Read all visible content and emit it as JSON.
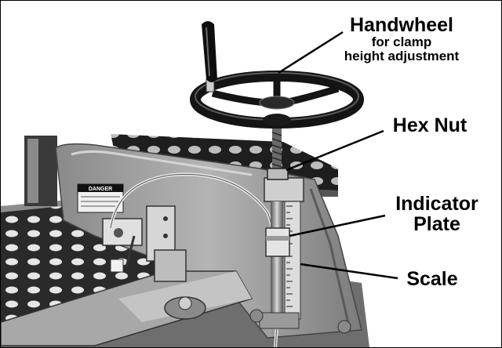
{
  "figure": {
    "labels": {
      "handwheel": {
        "title": "Handwheel",
        "line1": "for clamp",
        "line2": "height adjustment"
      },
      "hex_nut": {
        "title": "Hex Nut"
      },
      "indicator_plate": {
        "line1": "Indicator",
        "line2": "Plate"
      },
      "scale": {
        "title": "Scale"
      }
    },
    "warning_sign": {
      "text": "DANGER"
    },
    "colors": {
      "text": "#000000",
      "machine_body": "#9c9c9c",
      "perforated_plate": "#1e1e1e",
      "handwheel": "#141414",
      "background": "#ffffff"
    }
  }
}
